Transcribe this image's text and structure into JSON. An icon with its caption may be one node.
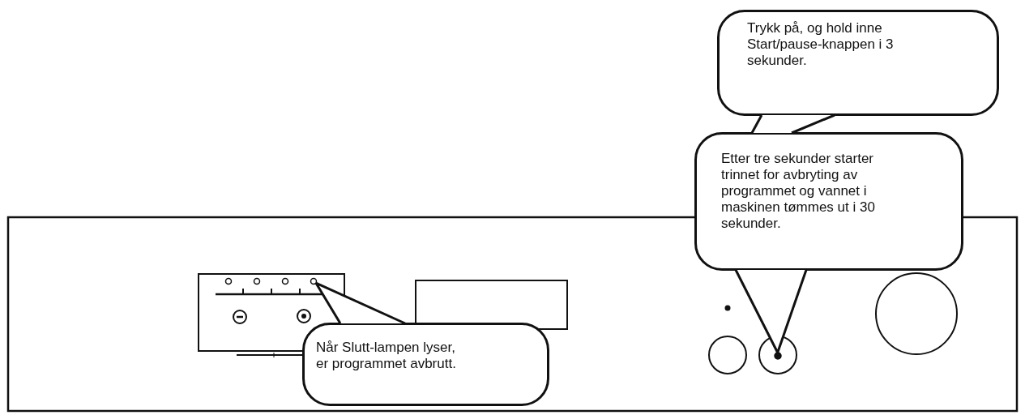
{
  "diagram": {
    "nodes": [
      {
        "text": [
          "Trykk på, og hold inne Start/pause-knappen i 3 sekunder."
        ]
      },
      {
        "text": [
          "Etter tre sekunder starter trinnet for avbryting av programmet og vannet i maskinen tømmes ut i 30 sekunder."
        ]
      },
      {
        "text": [
          "Når Slutt-lampen lyser, er programmet avbrutt."
        ]
      },
      {
        "text": [],
        "shape": "circle"
      },
      {
        "text": [],
        "shape": "circle"
      }
    ],
    "edges": [
      {
        "from": 0,
        "to": 1,
        "arrow": "none"
      },
      {
        "from": 1,
        "to": 4,
        "arrow": "none"
      },
      {
        "from": 2,
        "to": 3,
        "arrow": "none"
      }
    ]
  }
}
